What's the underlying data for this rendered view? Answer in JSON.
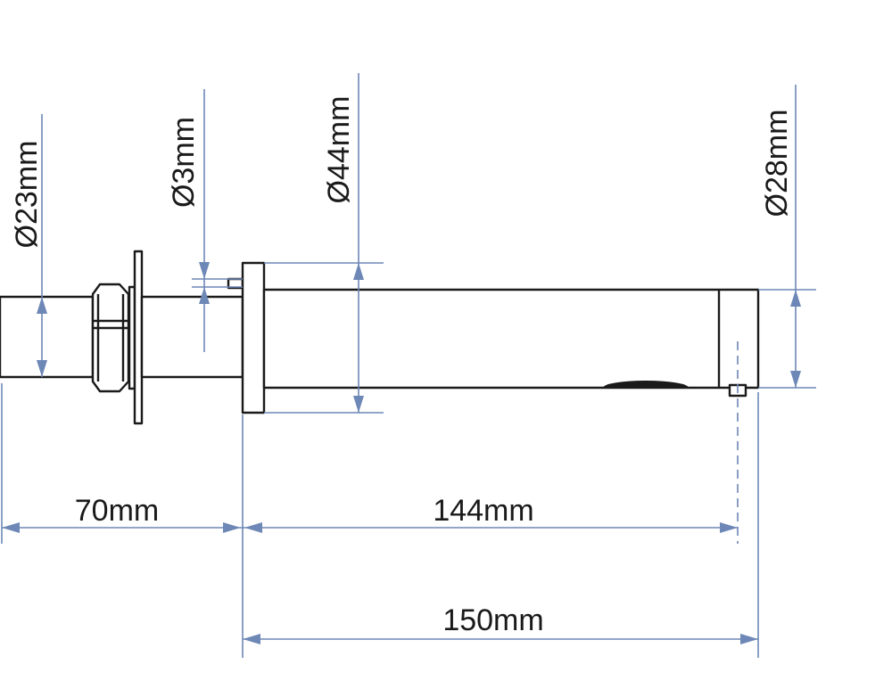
{
  "diagram": {
    "colors": {
      "part_outline": "#1a1a1a",
      "dimension_line": "#6d87b6",
      "background": "#ffffff"
    },
    "dimensions": {
      "d23": "Ø23mm",
      "d3": "Ø3mm",
      "d44": "Ø44mm",
      "d28": "Ø28mm",
      "l70": "70mm",
      "l144": "144mm",
      "l150": "150mm"
    }
  }
}
